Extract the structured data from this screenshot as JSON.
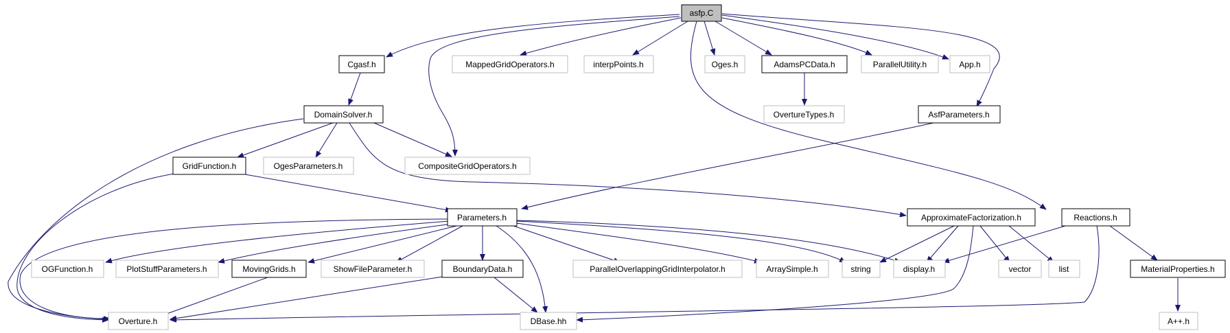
{
  "colors": {
    "edge": "#191970",
    "node_border_documented": "#000000",
    "node_border_undocumented": "#bfbfbf",
    "root_fill": "#bfbfbf",
    "node_fill": "#ffffff"
  },
  "nodes": {
    "asfp_c": "asfp.C",
    "cgasf_h": "Cgasf.h",
    "mappedgridoperators_h": "MappedGridOperators.h",
    "interppoints_h": "interpPoints.h",
    "oges_h": "Oges.h",
    "adamspcdata_h": "AdamsPCData.h",
    "parallelutility_h": "ParallelUtility.h",
    "app_h": "App.h",
    "domainsolver_h": "DomainSolver.h",
    "overturetypes_h": "OvertureTypes.h",
    "asfparameters_h": "AsfParameters.h",
    "gridfunction_h": "GridFunction.h",
    "ogesparameters_h": "OgesParameters.h",
    "compositegridoperators_h": "CompositeGridOperators.h",
    "parameters_h": "Parameters.h",
    "approximatefactorization_h": "ApproximateFactorization.h",
    "reactions_h": "Reactions.h",
    "ogfunction_h": "OGFunction.h",
    "plotstuffparameters_h": "PlotStuffParameters.h",
    "movinggrids_h": "MovingGrids.h",
    "showfileparameter_h": "ShowFileParameter.h",
    "boundarydata_h": "BoundaryData.h",
    "paralleloverlappinggridinterpolator_h": "ParallelOverlappingGridInterpolator.h",
    "arraysimple_h": "ArraySimple.h",
    "string": "string",
    "display_h": "display.h",
    "vector": "vector",
    "list": "list",
    "materialproperties_h": "MaterialProperties.h",
    "overture_h": "Overture.h",
    "dbase_hh": "DBase.hh",
    "appplusplus_h": "A++.h"
  }
}
